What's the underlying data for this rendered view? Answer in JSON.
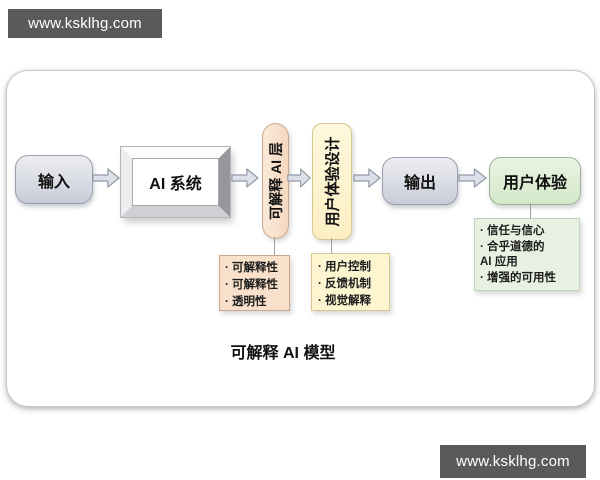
{
  "watermarks": {
    "top": "www.ksklhg.com",
    "bottom": "www.ksklhg.com"
  },
  "diagram": {
    "title": "可解释 AI 模型",
    "flow": {
      "input": "输入",
      "ai_system": "AI 系统",
      "xai_layer": "可解释 AI 层",
      "ux_design": "用户体验设计",
      "output": "输出",
      "user_experience": "用户体验"
    },
    "lists": {
      "xai": {
        "lines": [
          "· 可解释性",
          "· 可解释性",
          "· 透明性"
        ]
      },
      "ux": {
        "lines": [
          "· 用户控制",
          "· 反馈机制",
          "· 视觉解释"
        ]
      },
      "experience": {
        "lines": [
          "· 信任与信心",
          "· 合乎道德的",
          "AI 应用",
          "· 增强的可用性"
        ]
      }
    }
  },
  "colors": {
    "wmBg": "#5a5a5a",
    "grayNodeTop": "#edeef2",
    "grayNodeBottom": "#c9ccd8",
    "grayNodeBorder": "#9aa0ae",
    "peachLight": "#fbeada",
    "peach": "#f5d8bf",
    "peachBorder": "#c8a78c",
    "peachList": "#f8e0cb",
    "yellowTop": "#fdf8dd",
    "yellow": "#fbefc3",
    "yellowBorder": "#d8c88f",
    "yellowList": "#fcf5d0",
    "greenTop": "#eaf4e3",
    "green": "#d4e8c9",
    "greenBorder": "#9eb199",
    "greenList": "#e8f1e1",
    "greenListBorder": "#c2d4bb",
    "arrowFill": "#dde0e8",
    "arrowStroke": "#9298a6",
    "connector": "#9f9f9f",
    "frameSideDark": "#96969c",
    "frameSideLight": "#cfcfd4"
  }
}
